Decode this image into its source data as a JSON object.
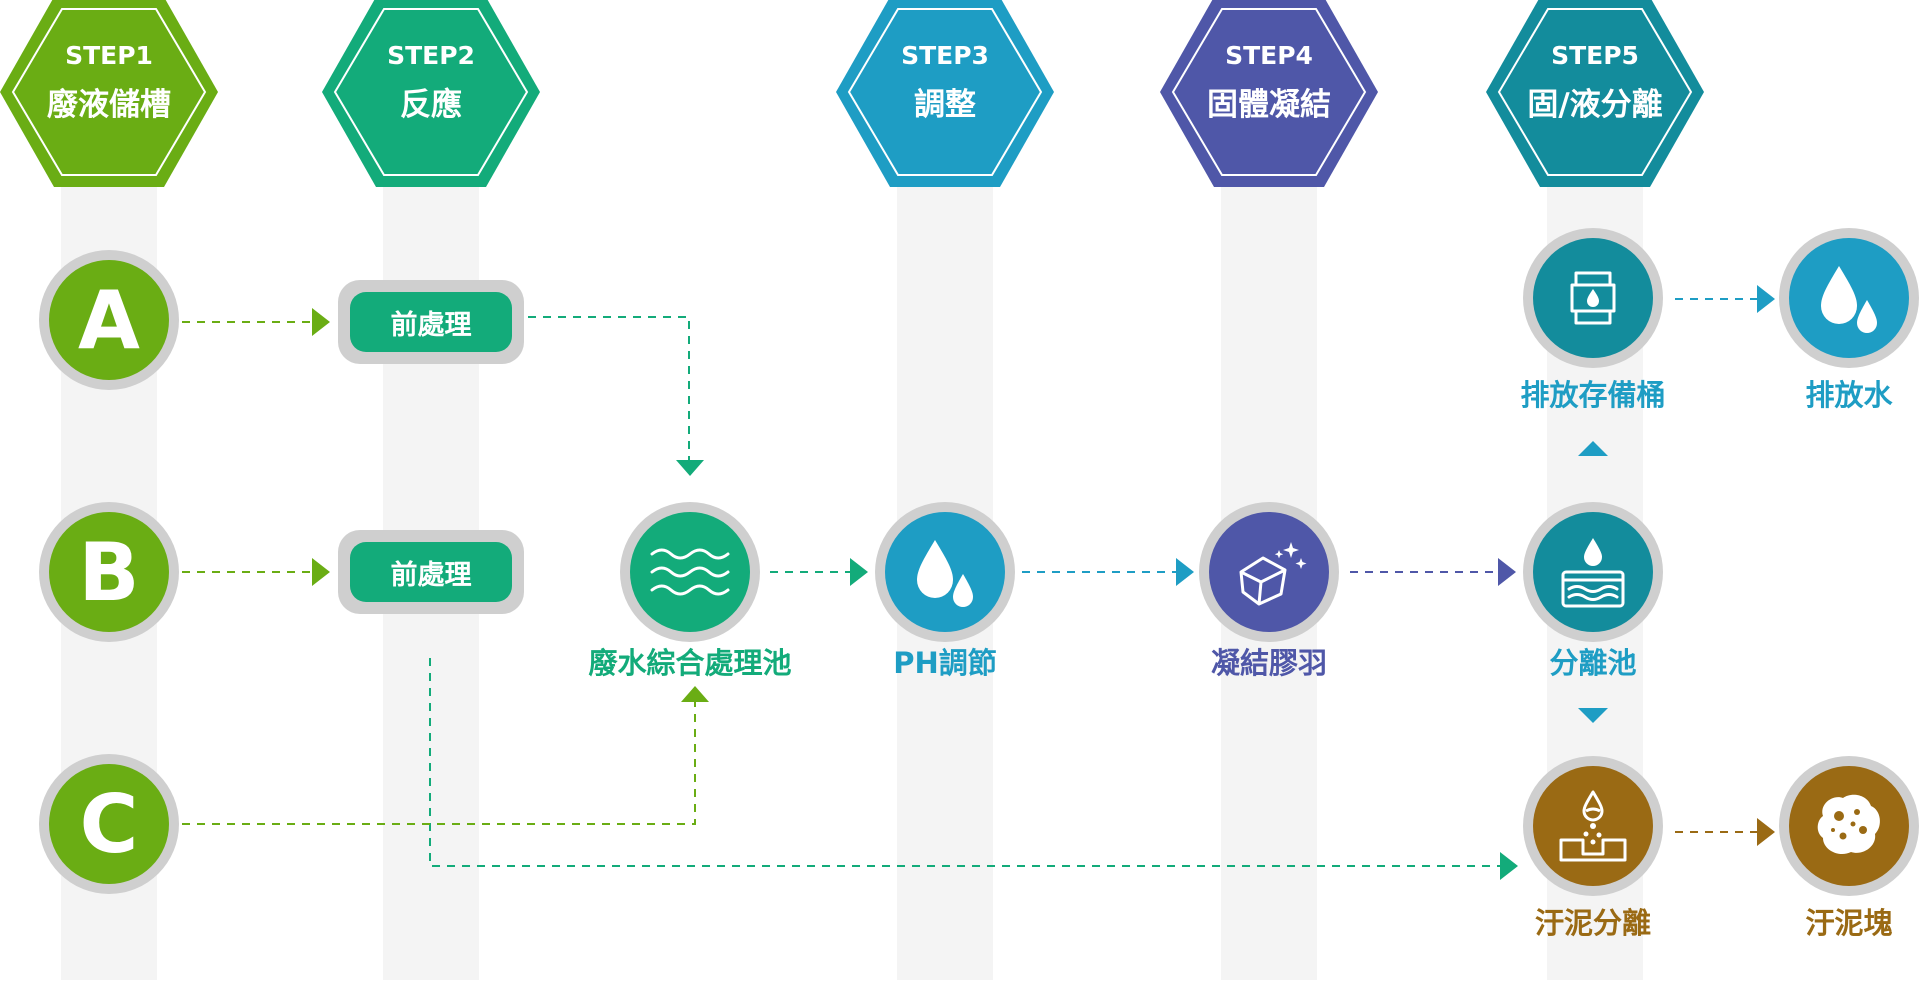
{
  "steps": [
    {
      "step": "STEP1",
      "name": "廢液儲槽",
      "color": "#6aad14"
    },
    {
      "step": "STEP2",
      "name": "反應",
      "color": "#13ab7a"
    },
    {
      "step": "STEP3",
      "name": "調整",
      "color": "#1e9dc4"
    },
    {
      "step": "STEP4",
      "name": "固體凝結",
      "color": "#4f57a8"
    },
    {
      "step": "STEP5",
      "name": "固/液分離",
      "color": "#138c9c"
    }
  ],
  "sources": [
    "A",
    "B",
    "C"
  ],
  "pretreat": [
    "前處理",
    "前處理"
  ],
  "nodes": {
    "pool": "廢水綜合處理池",
    "ph": "PH調節",
    "floc": "凝結膠羽",
    "sep": "分離池",
    "tank": "排放存備桶",
    "water": "排放水",
    "sludge": "汙泥分離",
    "cake": "汙泥塊"
  },
  "icons": {
    "pool": "waves-icon",
    "ph": "water-drops-icon",
    "floc": "sparkling-cube-icon",
    "sep": "drop-over-basin-icon",
    "tank": "barrel-icon",
    "water": "water-drops-icon",
    "sludge": "dripping-drops-into-basin-icon",
    "cake": "sludge-lump-icon"
  },
  "colors": {
    "green": "#6aad14",
    "teal": "#13ab7a",
    "blue": "#1e9dc4",
    "indigo": "#4f57a8",
    "cyan": "#138c9c",
    "brown": "#9a6a14",
    "ring": "#cfcfcf",
    "lane": "#f4f4f4"
  }
}
